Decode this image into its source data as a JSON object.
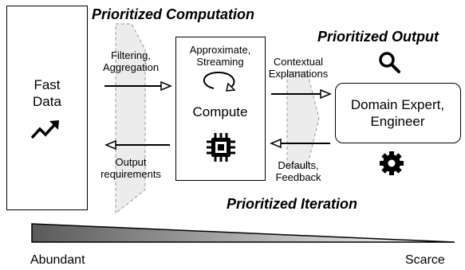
{
  "headers": {
    "computation": "Prioritized Computation",
    "output": "Prioritized Output",
    "iteration": "Prioritized Iteration"
  },
  "source": {
    "line1": "Fast",
    "line2": "Data"
  },
  "compute": {
    "mode_line1": "Approximate,",
    "mode_line2": "Streaming",
    "label": "Compute"
  },
  "expert": {
    "line1": "Domain Expert,",
    "line2": "Engineer"
  },
  "flows": {
    "filtering_line1": "Filtering,",
    "filtering_line2": "Aggregation",
    "output_req_line1": "Output",
    "output_req_line2": "requirements",
    "contextual_line1": "Contextual",
    "contextual_line2": "Explanations",
    "defaults_line1": "Defaults,",
    "defaults_line2": "Feedback"
  },
  "scale": {
    "left": "Abundant",
    "right": "Scarce"
  },
  "icons": [
    "trend-up-icon",
    "refresh-loop-icon",
    "chip-icon",
    "search-icon",
    "gear-icon"
  ]
}
